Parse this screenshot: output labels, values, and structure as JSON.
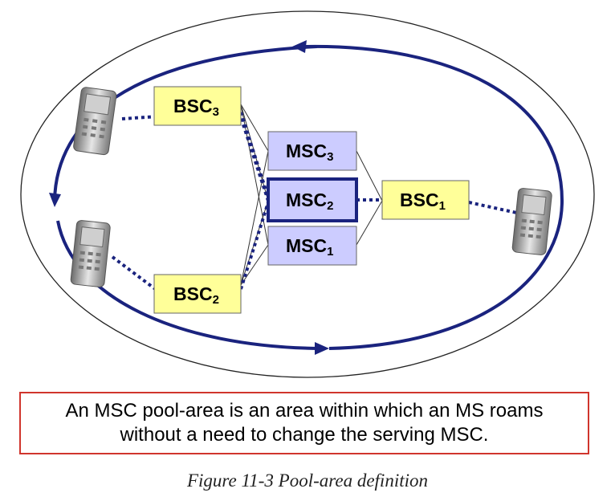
{
  "diagram": {
    "bsc_top": {
      "base": "BSC",
      "sub": "3"
    },
    "bsc_bottom": {
      "base": "BSC",
      "sub": "2"
    },
    "bsc_right": {
      "base": "BSC",
      "sub": "1"
    },
    "msc_top": {
      "base": "MSC",
      "sub": "3"
    },
    "msc_middle": {
      "base": "MSC",
      "sub": "2"
    },
    "msc_bottom": {
      "base": "MSC",
      "sub": "1"
    }
  },
  "definition_text": "An MSC pool-area is an area within which an MS roams without a need to change the serving MSC.",
  "figure_caption": "Figure 11-3 Pool-area definition",
  "colors": {
    "bsc_fill": "#ffff99",
    "msc_fill": "#ccccff",
    "path_blue": "#1a237e",
    "caption_border": "#d0352d"
  },
  "icons": [
    "mobile-phone-icon",
    "mobile-phone-icon",
    "mobile-phone-icon",
    "arrowhead-icon"
  ]
}
